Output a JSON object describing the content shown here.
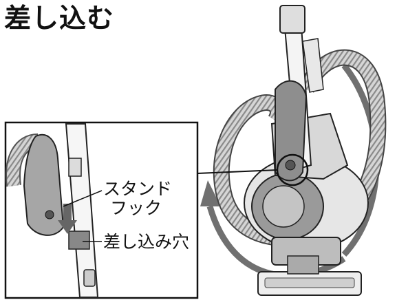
{
  "title": "差し込む",
  "labels": {
    "stand_hook_line1": "スタンド",
    "stand_hook_line2": "フック",
    "insertion_hole": "差し込み穴"
  }
}
